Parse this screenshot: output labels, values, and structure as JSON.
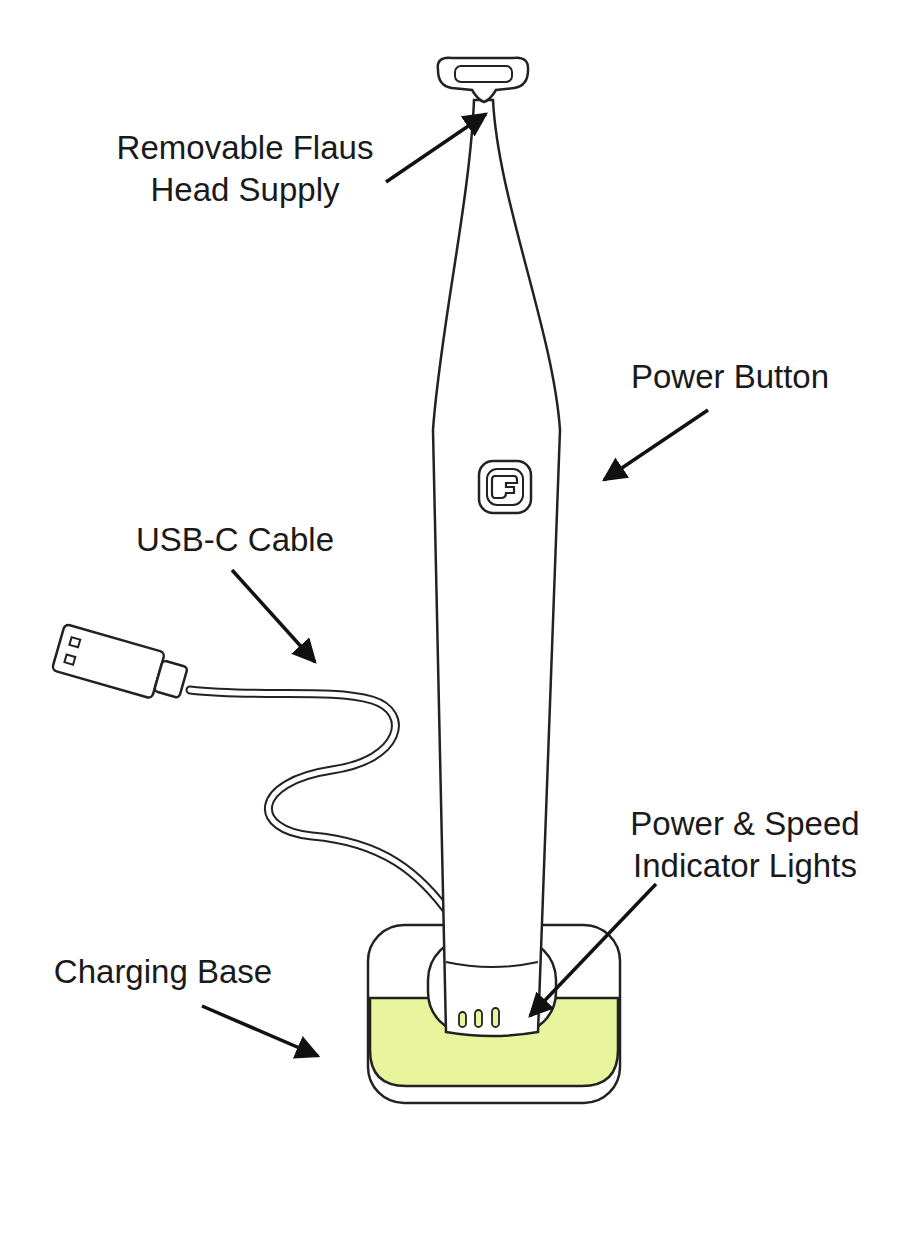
{
  "diagram": {
    "labels": [
      "Removable Flaus Head Supply",
      "Power Button",
      "USB-C Cable",
      "Power & Speed Indicator Lights",
      "Charging Base"
    ]
  }
}
